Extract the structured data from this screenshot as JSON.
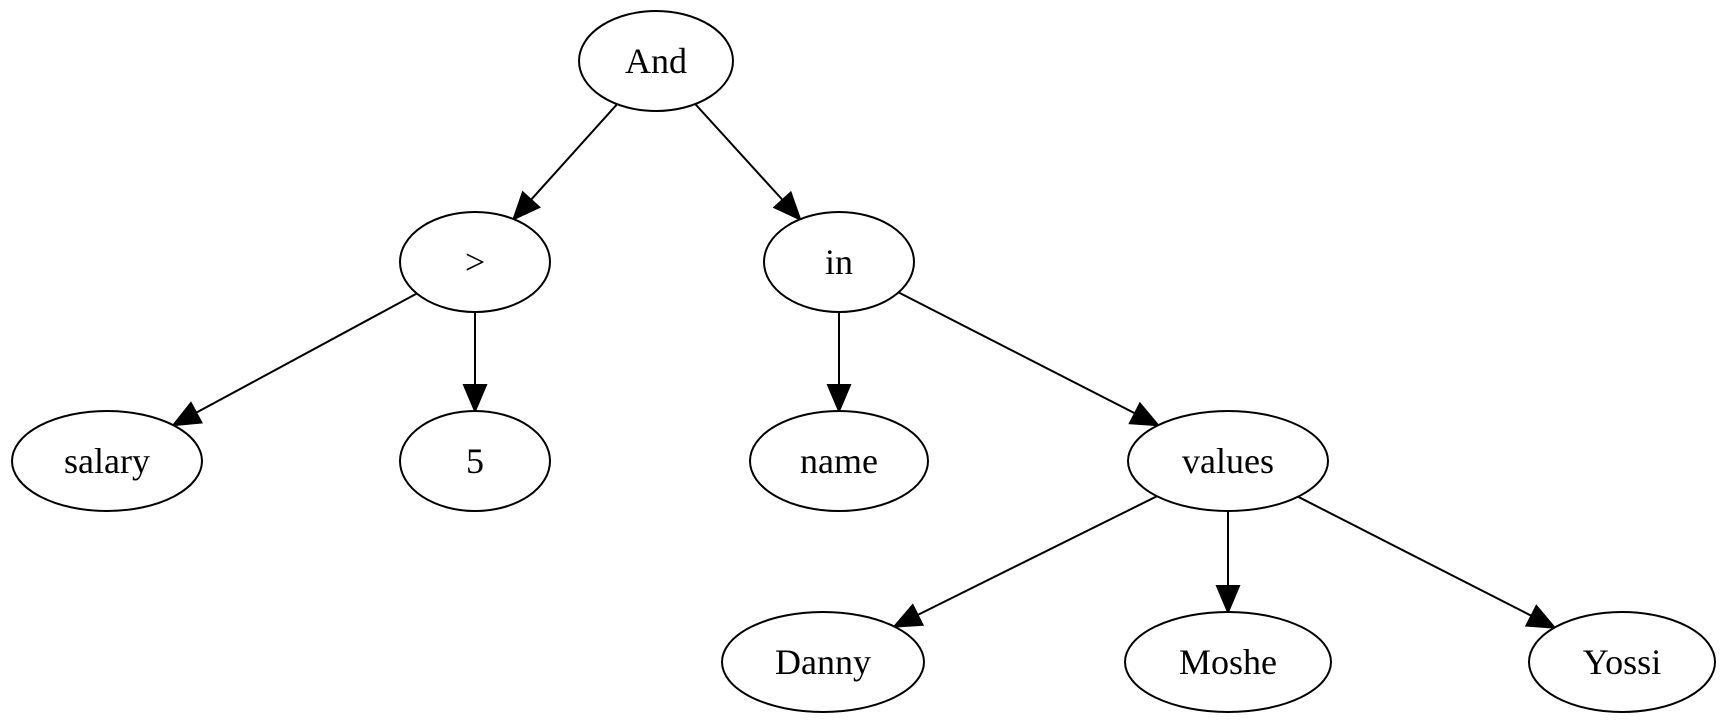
{
  "nodes": [
    {
      "id": "and",
      "label": "And"
    },
    {
      "id": "gt",
      "label": ">"
    },
    {
      "id": "in",
      "label": "in"
    },
    {
      "id": "salary",
      "label": "salary"
    },
    {
      "id": "five",
      "label": "5"
    },
    {
      "id": "name",
      "label": "name"
    },
    {
      "id": "values",
      "label": "values"
    },
    {
      "id": "danny",
      "label": "Danny"
    },
    {
      "id": "moshe",
      "label": "Moshe"
    },
    {
      "id": "yossi",
      "label": "Yossi"
    }
  ],
  "edges": [
    {
      "from": "and",
      "to": "gt"
    },
    {
      "from": "and",
      "to": "in"
    },
    {
      "from": "gt",
      "to": "salary"
    },
    {
      "from": "gt",
      "to": "five"
    },
    {
      "from": "in",
      "to": "name"
    },
    {
      "from": "in",
      "to": "values"
    },
    {
      "from": "values",
      "to": "danny"
    },
    {
      "from": "values",
      "to": "moshe"
    },
    {
      "from": "values",
      "to": "yossi"
    }
  ]
}
